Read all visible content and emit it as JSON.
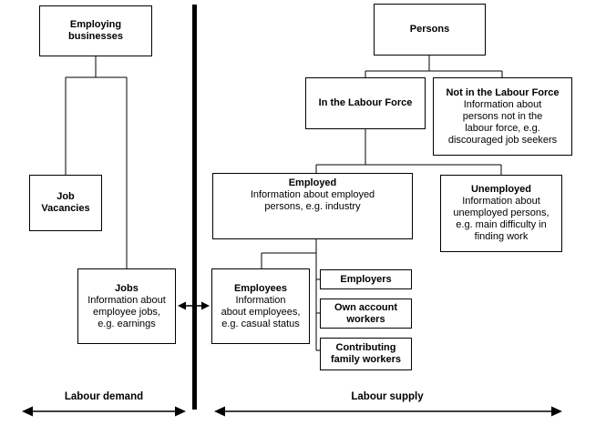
{
  "boxes": {
    "employing_businesses": {
      "title": "Employing\nbusinesses"
    },
    "job_vacancies": {
      "title": "Job\nVacancies"
    },
    "jobs": {
      "title": "Jobs",
      "body": "Information about\nemployee jobs,\ne.g. earnings"
    },
    "persons": {
      "title": "Persons"
    },
    "in_labour_force": {
      "title": "In the Labour Force"
    },
    "not_in_labour_force": {
      "title": "Not in the Labour Force",
      "body": "Information about\npersons not in the\nlabour force, e.g.\ndiscouraged job seekers"
    },
    "employed": {
      "title": "Employed",
      "body": "Information about employed\npersons, e.g. industry"
    },
    "unemployed": {
      "title": "Unemployed",
      "body": "Information about\nunemployed persons,\ne.g. main difficulty in\nfinding work"
    },
    "employees": {
      "title": "Employees",
      "body": "Information\nabout employees,\ne.g. casual status"
    },
    "employers": {
      "title": "Employers"
    },
    "own_account_workers": {
      "title": "Own account\nworkers"
    },
    "contributing_family_workers": {
      "title": "Contributing\nfamily workers"
    }
  },
  "labels": {
    "labour_demand": "Labour demand",
    "labour_supply": "Labour supply"
  },
  "colors": {
    "line": "#000000",
    "background": "#ffffff"
  }
}
